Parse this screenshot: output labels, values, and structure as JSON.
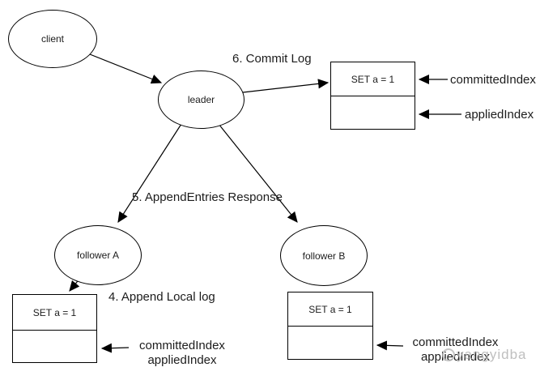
{
  "diagram": {
    "nodes": {
      "client": "client",
      "leader": "leader",
      "follower_a": "follower A",
      "follower_b": "follower B"
    },
    "steps": {
      "commit_log": "6. Commit Log",
      "append_entries_response": "5. AppendEntries Response",
      "append_local_log": "4. Append Local log"
    },
    "logs": {
      "leader": {
        "entry": "SET a = 1",
        "committed_label": "committedIndex",
        "applied_label": "appliedIndex"
      },
      "follower_a": {
        "entry": "SET a = 1",
        "committed_label": "committedIndex",
        "applied_label": "appliedIndex"
      },
      "follower_b": {
        "entry": "SET a = 1",
        "committed_label": "committedIndex",
        "applied_label": "appliedIndex"
      }
    },
    "watermark": "yangyidba",
    "colors": {
      "stroke": "#000000",
      "text": "#1c1c1c",
      "watermark": "#b4b4b4",
      "background": "#ffffff"
    }
  }
}
